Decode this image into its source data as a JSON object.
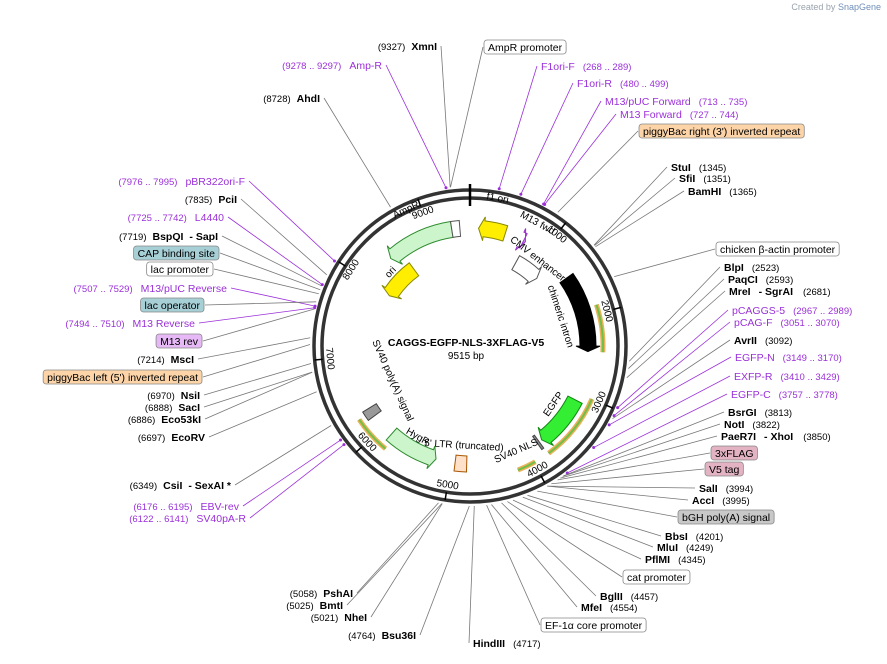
{
  "credit": {
    "prefix": "Created by",
    "brand": "SnapGene"
  },
  "plasmid": {
    "name": "CAGGS-EGFP-NLS-3XFLAG-V5",
    "size": "9515 bp",
    "length": 9515
  },
  "ticks": [
    {
      "pos": 1000,
      "label": "1000"
    },
    {
      "pos": 2000,
      "label": "2000"
    },
    {
      "pos": 3000,
      "label": "3000"
    },
    {
      "pos": 4000,
      "label": "4000"
    },
    {
      "pos": 5000,
      "label": "5000"
    },
    {
      "pos": 6000,
      "label": "6000"
    },
    {
      "pos": 7000,
      "label": "7000"
    },
    {
      "pos": 8000,
      "label": "8000"
    },
    {
      "pos": 9000,
      "label": "9000"
    }
  ],
  "features": [
    {
      "name": "AmpR",
      "start": 8400,
      "end": 9280,
      "ring": "outer",
      "dir": -1,
      "color": "#ccf5cc",
      "stroke": "#2e8b2e"
    },
    {
      "name": "AmpR promoter",
      "start": 9280,
      "end": 9385,
      "ring": "outer",
      "dir": 0,
      "color": "#ffffff",
      "stroke": "#555555"
    },
    {
      "name": "f1 ori",
      "start": 110,
      "end": 460,
      "ring": "outer",
      "dir": -1,
      "color": "#ffee00",
      "stroke": "#888800"
    },
    {
      "name": "ori",
      "start": 7980,
      "end": 8560,
      "ring": "inner",
      "dir": -1,
      "color": "#ffee00",
      "stroke": "#888800"
    },
    {
      "name": "CMV enhancer",
      "start": 760,
      "end": 1180,
      "ring": "inner",
      "dir": 1,
      "color": "#ffffff",
      "stroke": "#555555"
    },
    {
      "name": "chimeric intron",
      "start": 1450,
      "end": 2450,
      "ring": "outer",
      "dir": 1,
      "color": "#000000",
      "stroke": "#000000"
    },
    {
      "name": "EGFP",
      "start": 3095,
      "end": 3770,
      "ring": "outer",
      "dir": 1,
      "color": "#33ee33",
      "stroke": "#118811"
    },
    {
      "name": "SV40 NLS",
      "start": 3810,
      "end": 3840,
      "ring": "outer",
      "dir": 0,
      "color": "#888888",
      "stroke": "#444444"
    },
    {
      "name": "HygR",
      "start": 5200,
      "end": 5860,
      "ring": "outer",
      "dir": -1,
      "color": "#ccf5cc",
      "stroke": "#2e8b2e"
    },
    {
      "name": "5' LTR (truncated)",
      "start": 4800,
      "end": 4950,
      "ring": "outer",
      "dir": 0,
      "color": "#ffe0c8",
      "stroke": "#aa5500"
    },
    {
      "name": "SV40 poly(A) signal",
      "start": 6180,
      "end": 6300,
      "ring": "outer",
      "dir": 0,
      "color": "#999999",
      "stroke": "#444444"
    },
    {
      "name": "M13 fwd",
      "start": 713,
      "end": 740,
      "ring": "outer",
      "dir": 1,
      "color": "#d8a0ff",
      "stroke": "#9933cc"
    }
  ],
  "arcs": [
    {
      "start": 1900,
      "end": 2450,
      "color": "#6fbf4a"
    },
    {
      "start": 3000,
      "end": 3800,
      "color": "#6fbf4a"
    },
    {
      "start": 3980,
      "end": 4200,
      "color": "#6fbf4a"
    },
    {
      "start": 5800,
      "end": 6250,
      "color": "#6fbf4a"
    }
  ],
  "inside_labels": [
    {
      "text": "f1 ori",
      "pos": 280,
      "r": 150
    },
    {
      "text": "AmpR",
      "pos": 8850,
      "r": 150
    },
    {
      "text": "ori",
      "pos": 8270,
      "r": 108
    },
    {
      "text": "M13 fwd",
      "pos": 760,
      "r": 140
    },
    {
      "text": "CMV enhancer",
      "pos": 1000,
      "r": 110
    },
    {
      "text": "chimeric intron",
      "pos": 1900,
      "r": 95
    },
    {
      "text": "EGFP",
      "pos": 3300,
      "r": 102
    },
    {
      "text": "SV40 NLS",
      "pos": 4130,
      "r": 115
    },
    {
      "text": "5' LTR (truncated)",
      "pos": 4850,
      "r": 100
    },
    {
      "text": "HygR",
      "pos": 5550,
      "r": 105
    },
    {
      "text": "SV40 poly(A) signal",
      "pos": 6500,
      "r": 85
    }
  ],
  "labels": [
    {
      "id": "xmni",
      "style": "enz",
      "pos": "(9327)",
      "name": "XmnI",
      "extra": "",
      "bp": 9327
    },
    {
      "id": "ampr-promoter",
      "style": "box",
      "name": "AmpR promoter",
      "fill": "#ffffff",
      "bp": 9330
    },
    {
      "id": "ampr-primer",
      "style": "primer",
      "range": "(9278 .. 9297)",
      "name": "Amp-R",
      "bp": 9287
    },
    {
      "id": "f1ori-f",
      "style": "primer",
      "range": "",
      "name": "F1ori-F",
      "rest": "(268 .. 289)",
      "bp": 278
    },
    {
      "id": "f1ori-r",
      "style": "primer",
      "range": "",
      "name": "F1ori-R",
      "rest": "(480 .. 499)",
      "bp": 490
    },
    {
      "id": "m13puc-fwd",
      "style": "primer",
      "range": "",
      "name": "M13/pUC Forward",
      "rest": "(713 .. 735)",
      "bp": 724
    },
    {
      "id": "m13-fwd",
      "style": "primer",
      "range": "",
      "name": "M13 Forward",
      "rest": "(727 .. 744)",
      "bp": 735
    },
    {
      "id": "pb-right",
      "style": "box",
      "name": "piggyBac right (3') inverted repeat",
      "fill": "#fcd4a8",
      "bp": 880
    },
    {
      "id": "ahdi",
      "style": "enz",
      "pos": "(8728)",
      "name": "AhdI",
      "extra": "",
      "bp": 8728
    },
    {
      "id": "stui",
      "style": "enzR",
      "name": "StuI",
      "pos": "(1345)",
      "bp": 1345
    },
    {
      "id": "sfii",
      "style": "enzR",
      "name": "SfiI",
      "pos": "(1351)",
      "bp": 1351
    },
    {
      "id": "bamhi",
      "style": "enzR",
      "name": "BamHI",
      "pos": "(1365)",
      "bp": 1365
    },
    {
      "id": "pbr322",
      "style": "primer",
      "range": "(7976 .. 7995)",
      "name": "pBR322ori-F",
      "bp": 7985
    },
    {
      "id": "pcii",
      "style": "enz",
      "pos": "(7835)",
      "name": "PciI",
      "extra": "",
      "bp": 7835
    },
    {
      "id": "l4440",
      "style": "primer",
      "range": "(7725 .. 7742)",
      "name": "L4440",
      "bp": 7733
    },
    {
      "id": "bspqi",
      "style": "enz",
      "pos": "(7719)",
      "name": "BspQI",
      "extra": "- SapI",
      "bp": 7719
    },
    {
      "id": "cap-site",
      "style": "box",
      "name": "CAP binding site",
      "fill": "#a6cfd6",
      "bp": 7680
    },
    {
      "id": "lac-promoter",
      "style": "box",
      "name": "lac promoter",
      "fill": "#ffffff",
      "bp": 7640
    },
    {
      "id": "cba-promoter",
      "style": "box",
      "name": "chicken β-actin promoter",
      "fill": "#ffffff",
      "bp": 1700
    },
    {
      "id": "m13puc-rev",
      "style": "primer",
      "range": "(7507 .. 7529)",
      "name": "M13/pUC Reverse",
      "bp": 7518
    },
    {
      "id": "lac-operator",
      "style": "box",
      "name": "lac operator",
      "fill": "#a6cfd6",
      "bp": 7560
    },
    {
      "id": "blpi",
      "style": "enzR",
      "name": "BlpI",
      "pos": "(2523)",
      "bp": 2523
    },
    {
      "id": "paqci",
      "style": "enzR",
      "name": "PaqCI",
      "pos": "(2593)",
      "bp": 2593
    },
    {
      "id": "mrei",
      "style": "enzR",
      "name": "MreI",
      "pos": "- SgrAI",
      "pos2": "(2681)",
      "bp": 2681
    },
    {
      "id": "m13-rev",
      "style": "primer",
      "range": "(7494 .. 7510)",
      "name": "M13 Reverse",
      "bp": 7502
    },
    {
      "id": "m13-rev-box",
      "style": "box",
      "name": "M13 rev",
      "fill": "#e6b8f5",
      "bp": 7490
    },
    {
      "id": "pcaggs5",
      "style": "primerR",
      "name": "pCAGGS-5",
      "rest": "(2967 .. 2989)",
      "bp": 2978
    },
    {
      "id": "pcagf",
      "style": "primerR",
      "name": "pCAG-F",
      "rest": "(3051 .. 3070)",
      "bp": 3060
    },
    {
      "id": "msci",
      "style": "enz",
      "pos": "(7214)",
      "name": "MscI",
      "extra": "",
      "bp": 7214
    },
    {
      "id": "avrii",
      "style": "enzR",
      "name": "AvrII",
      "pos": "(3092)",
      "bp": 3092
    },
    {
      "id": "pb-left",
      "style": "box",
      "name": "piggyBac left (5') inverted repeat",
      "fill": "#fcd4a8",
      "bp": 7150
    },
    {
      "id": "egfp-n",
      "style": "primerR",
      "name": "EGFP-N",
      "rest": "(3149 .. 3170)",
      "bp": 3160
    },
    {
      "id": "exfp-r",
      "style": "primerR",
      "name": "EXFP-R",
      "rest": "(3410 .. 3429)",
      "bp": 3420
    },
    {
      "id": "nsii",
      "style": "enz",
      "pos": "(6970)",
      "name": "NsiI",
      "extra": "",
      "bp": 6970
    },
    {
      "id": "saci",
      "style": "enz",
      "pos": "(6888)",
      "name": "SacI",
      "extra": "",
      "bp": 6888
    },
    {
      "id": "eco53ki",
      "style": "enz",
      "pos": "(6886)",
      "name": "Eco53kI",
      "extra": "",
      "bp": 6886
    },
    {
      "id": "egfp-c",
      "style": "primerR",
      "name": "EGFP-C",
      "rest": "(3757 .. 3778)",
      "bp": 3768
    },
    {
      "id": "bsrgi",
      "style": "enzR",
      "name": "BsrGI",
      "pos": "(3813)",
      "bp": 3813
    },
    {
      "id": "noti",
      "style": "enzR",
      "name": "NotI",
      "pos": "(3822)",
      "bp": 3822
    },
    {
      "id": "ecorv",
      "style": "enz",
      "pos": "(6697)",
      "name": "EcoRV",
      "extra": "",
      "bp": 6697
    },
    {
      "id": "paer7i",
      "style": "enzR",
      "name": "PaeR7I",
      "pos": "- XhoI",
      "pos2": "(3850)",
      "bp": 3850
    },
    {
      "id": "3xflag",
      "style": "boxR",
      "name": "3xFLAG",
      "fill": "#e3b3c3",
      "bp": 3880
    },
    {
      "id": "v5tag",
      "style": "boxR",
      "name": "V5 tag",
      "fill": "#e3b3c3",
      "bp": 3950
    },
    {
      "id": "csii",
      "style": "enz",
      "pos": "(6349)",
      "name": "CsiI",
      "extra": "- SexAI *",
      "bp": 6349
    },
    {
      "id": "sali",
      "style": "enzR",
      "name": "SalI",
      "pos": "(3994)",
      "bp": 3994
    },
    {
      "id": "acci",
      "style": "enzR",
      "name": "AccI",
      "pos": "(3995)",
      "bp": 3995
    },
    {
      "id": "ebv-rev",
      "style": "primer",
      "range": "(6176 .. 6195)",
      "name": "EBV-rev",
      "bp": 6185
    },
    {
      "id": "sv40pa-r",
      "style": "primer",
      "range": "(6122 .. 6141)",
      "name": "SV40pA-R",
      "bp": 6131
    },
    {
      "id": "bgh",
      "style": "boxR",
      "name": "bGH poly(A) signal",
      "fill": "#c8c8c8",
      "bp": 4100
    },
    {
      "id": "bbsi",
      "style": "enzR",
      "name": "BbsI",
      "pos": "(4201)",
      "bp": 4201
    },
    {
      "id": "mlui",
      "style": "enzR",
      "name": "MluI",
      "pos": "(4249)",
      "bp": 4249
    },
    {
      "id": "pflmi",
      "style": "enzR",
      "name": "PflMI",
      "pos": "(4345)",
      "bp": 4345
    },
    {
      "id": "cat-promoter",
      "style": "boxR",
      "name": "cat promoter",
      "fill": "#ffffff",
      "bp": 4400
    },
    {
      "id": "bglii",
      "style": "enzR",
      "name": "BglII",
      "pos": "(4457)",
      "bp": 4457
    },
    {
      "id": "mfei",
      "style": "enzR",
      "name": "MfeI",
      "pos": "(4554)",
      "bp": 4554
    },
    {
      "id": "ef1a",
      "style": "boxR",
      "name": "EF-1α core promoter",
      "fill": "#ffffff",
      "bp": 4600
    },
    {
      "id": "pshai",
      "style": "enz",
      "pos": "(5058)",
      "name": "PshAI",
      "extra": "",
      "bp": 5058
    },
    {
      "id": "bmti",
      "style": "enz",
      "pos": "(5025)",
      "name": "BmtI",
      "extra": "",
      "bp": 5025
    },
    {
      "id": "nhei",
      "style": "enz",
      "pos": "(5021)",
      "name": "NheI",
      "extra": "",
      "bp": 5021
    },
    {
      "id": "bsu36i",
      "style": "enz",
      "pos": "(4764)",
      "name": "Bsu36I",
      "extra": "",
      "bp": 4764
    },
    {
      "id": "hindiii",
      "style": "enzR",
      "name": "HindIII",
      "pos": "(4717)",
      "bp": 4717
    }
  ]
}
